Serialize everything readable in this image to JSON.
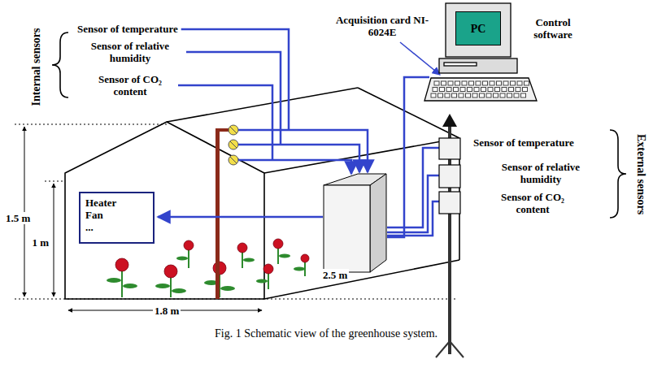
{
  "diagram": {
    "caption": "Fig. 1 Schematic view of the greenhouse system.",
    "nodes": [
      {
        "text": [
          "PC"
        ]
      },
      {
        "text": [
          "Heater",
          "Fan",
          "..."
        ]
      }
    ],
    "labels": [
      "Sensor of temperature",
      "Sensor of relative humidity",
      "Sensor of CO₂ content",
      "Internal sensors",
      "Acquisition card NI-6024E",
      "Control software",
      "Sensor of temperature",
      "Sensor of relative humidity",
      "Sensor of CO₂ content",
      "External sensors",
      "1.5 m",
      "1 m",
      "1.8 m",
      "2.5 m"
    ]
  }
}
